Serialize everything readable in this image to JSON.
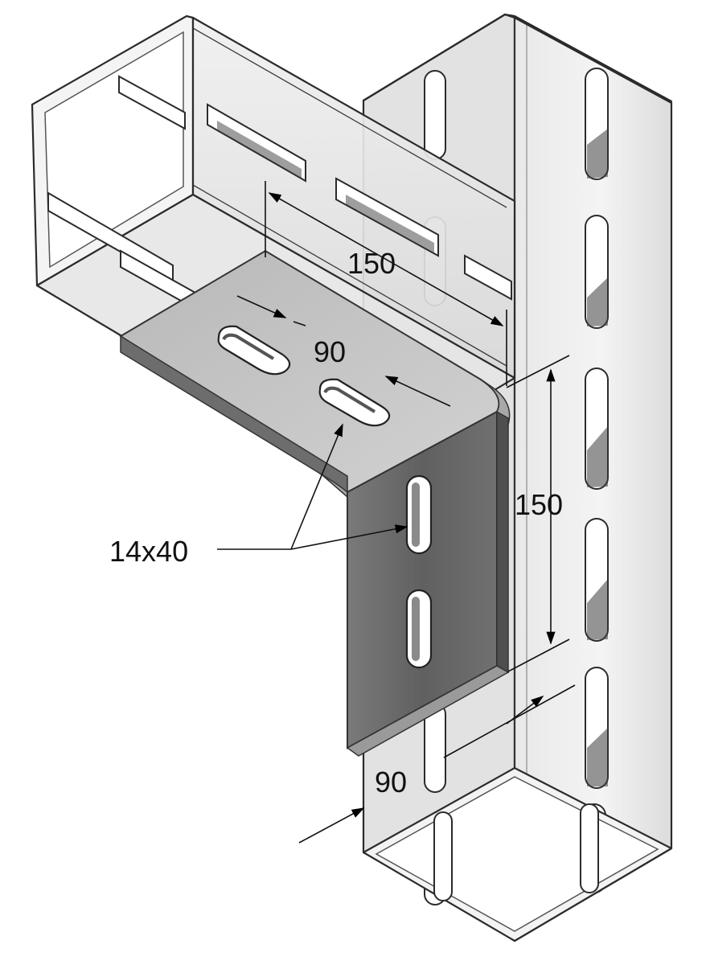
{
  "dimensions": {
    "upper_length": "150",
    "upper_width": "90",
    "vertical_length": "150",
    "vertical_width": "90",
    "slot_size": "14x40"
  },
  "colors": {
    "channel_fill": "#e6e6e6",
    "channel_shade": "#cfcfcf",
    "bracket_top": "#bdbdbd",
    "bracket_face": "#6f6f6f",
    "bracket_edge": "#4a4a4a",
    "slot_fill": "#ffffff"
  }
}
